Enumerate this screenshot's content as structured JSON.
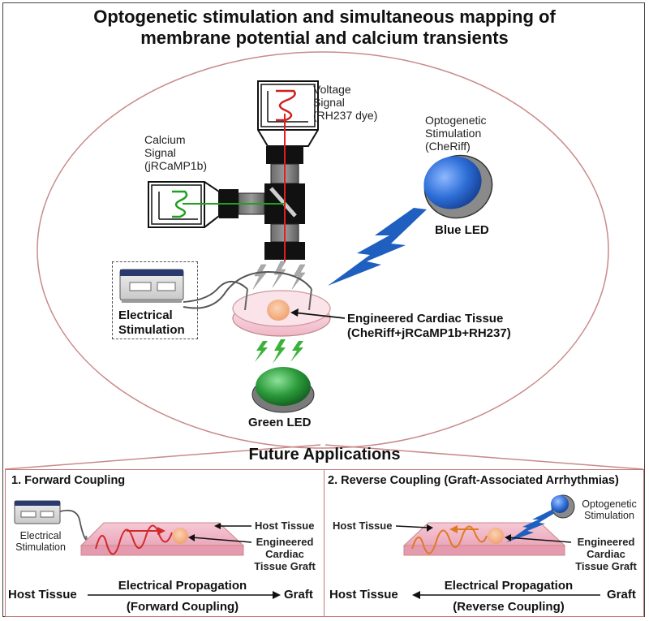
{
  "title": {
    "line1": "Optogenetic stimulation and simultaneous mapping of",
    "line2": "membrane potential and calcium transients"
  },
  "top": {
    "voltage_signal": [
      "Voltage",
      "Signal",
      "(RH237 dye)"
    ],
    "calcium_signal": [
      "Calcium",
      "Signal",
      "(jRCaMP1b)"
    ],
    "optogenetic_stimulation": [
      "Optogenetic",
      "Stimulation",
      "(CheRiff)"
    ],
    "blue_led": "Blue LED",
    "electrical_stimulation": [
      "Electrical",
      "Stimulation"
    ],
    "engineered_tissue": [
      "Engineered Cardiac Tissue",
      "(CheRiff+jRCaMP1b+RH237)"
    ],
    "green_led": "Green LED"
  },
  "future_applications": {
    "heading": "Future Applications",
    "forward": {
      "heading": "1.  Forward Coupling",
      "electrical_stimulation": [
        "Electrical",
        "Stimulation"
      ],
      "host_tissue_label": "Host Tissue",
      "graft_label": [
        "Engineered",
        "Cardiac",
        "Tissue Graft"
      ],
      "left_term": "Host Tissue",
      "right_term": "Graft",
      "propagation": "Electrical Propagation",
      "coupling": "(Forward Coupling)"
    },
    "reverse": {
      "heading": "2. Reverse Coupling (Graft-Associated Arrhythmias)",
      "optogenetic_stimulation": [
        "Optogenetic",
        "Stimulation"
      ],
      "host_tissue_label": "Host Tissue",
      "graft_label": [
        "Engineered",
        "Cardiac",
        "Tissue Graft"
      ],
      "left_term": "Host Tissue",
      "right_term": "Graft",
      "propagation": "Electrical Propagation",
      "coupling": "(Reverse Coupling)"
    }
  },
  "colors": {
    "ellipse_border": "#c98a8a",
    "blue_led": "#2e6fd8",
    "green_led": "#2a9a3a",
    "lightning_blue": "#1e5fc0",
    "lightning_green": "#3ab23a",
    "voltage_line": "#e02020",
    "calcium_line": "#20a020",
    "tissue_pink": "#f3c3cf",
    "tissue_core": "#f4b78e",
    "forward_wave": "#d02a2a",
    "reverse_wave": "#e07a20"
  }
}
